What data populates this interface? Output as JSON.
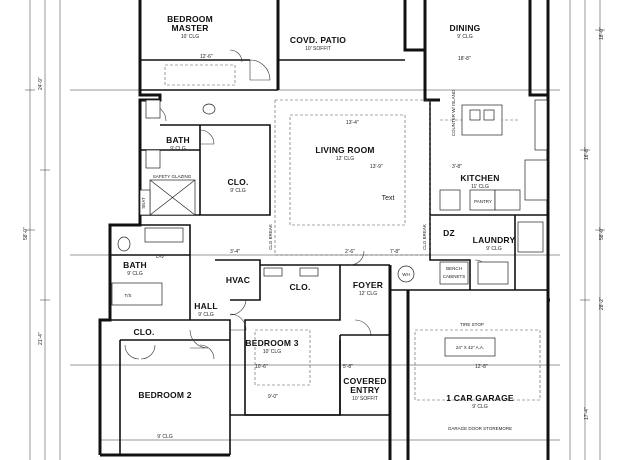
{
  "rooms": {
    "master": {
      "name_line1": "BEDROOM",
      "name_line2": "MASTER",
      "sub": "10' CLG"
    },
    "patio": {
      "name": "COVD. PATIO",
      "sub": "10' SOFFIT"
    },
    "dining": {
      "name": "DINING",
      "sub": "9' CLG"
    },
    "living": {
      "name": "LIVING ROOM",
      "sub": "12' CLG"
    },
    "bath_master": {
      "name": "BATH",
      "sub": "9' CLG"
    },
    "closet_master": {
      "name": "CLO.",
      "sub": "9' CLG"
    },
    "kitchen": {
      "name": "KITCHEN",
      "sub": "11' CLG"
    },
    "dz": {
      "name": "DZ"
    },
    "laundry": {
      "name": "LAUNDRY",
      "sub": "9' CLG"
    },
    "bath2": {
      "name": "BATH",
      "sub": "9' CLG"
    },
    "hvac": {
      "name": "HVAC"
    },
    "hall": {
      "name": "HALL",
      "sub": "9' CLG"
    },
    "closet_hall": {
      "name": "CLO."
    },
    "foyer": {
      "name": "FOYER",
      "sub": "12' CLG"
    },
    "bedroom3": {
      "name": "BEDROOM 3",
      "sub": "10' CLG"
    },
    "closet2": {
      "name": "CLO."
    },
    "bedroom2": {
      "name": "BEDROOM 2",
      "sub": "9' CLG"
    },
    "entry": {
      "name_line1": "COVERED",
      "name_line2": "ENTRY",
      "sub": "10' SOFFIT"
    },
    "garage": {
      "name": "1 CAR GARAGE",
      "sub": "9' CLG"
    }
  },
  "notes": {
    "text_label": "Text",
    "safety_glazing": "SAFETY GLAZING",
    "counter_island": "COUNTER W/ ISLAND",
    "pantry": "PANTRY",
    "tire_stop": "TIRE STOP",
    "garage_door": "GARAGE DOOR STOREMORE",
    "access_panel": "24\" X 42\" A.A.",
    "clg_break": "CLG BREAK",
    "bench": "BENCH",
    "cabinets": "CABINETS",
    "tub_label": "T/S",
    "wh_label": "WH",
    "seat_label": "SEAT",
    "lav_label": "LAV"
  },
  "dimensions": {
    "overall_right": "58'-0\"",
    "overall_left": "58'-0\"",
    "left_24": "24'-9\"",
    "left_21": "21'-4\"",
    "right_18": "18'-0\"",
    "right_16": "16'-8\"",
    "right_28": "28'-2\"",
    "right_17": "17'-4\"",
    "top_12": "12'-6\"",
    "d_13_4": "13'-4\"",
    "d_13_9": "13'-9\"",
    "d_18_8": "18'-8\"",
    "d_12_8": "12'-8\"",
    "d_10_6": "10'-6\"",
    "d_3_4": "3'-4\"",
    "d_5_8": "5'-8\"",
    "d_2_6": "2'-6\"",
    "d_9_0": "9'-0\"",
    "d_7_8": "7'-8\"",
    "d_3_8": "3'-8\""
  },
  "colors": {
    "wall": "#111111",
    "paper": "#ffffff"
  }
}
